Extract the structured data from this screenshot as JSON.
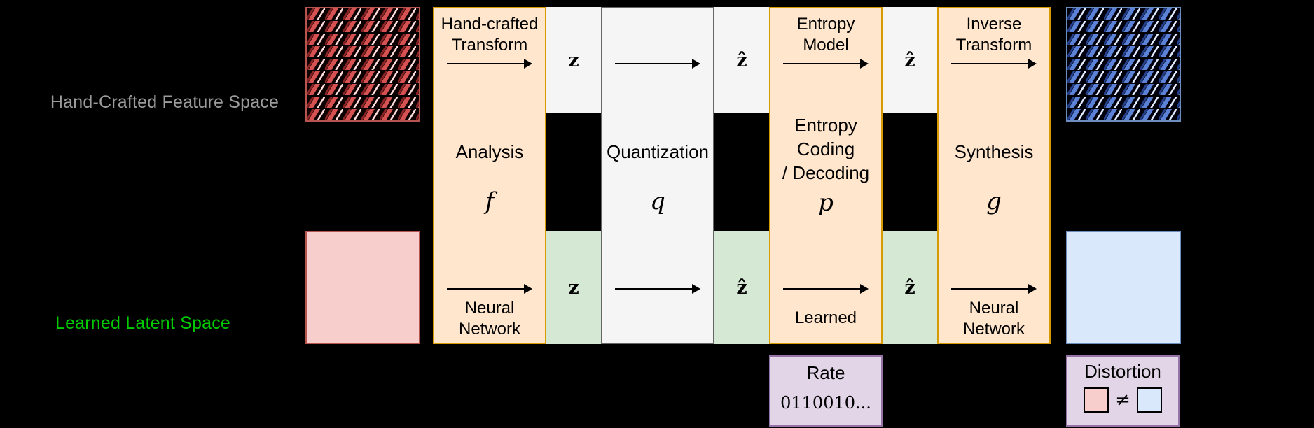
{
  "side_labels": {
    "feature_space": "Hand-Crafted Feature Space",
    "latent_space": "Learned Latent Space"
  },
  "pipeline": {
    "analysis": {
      "top_label": "Hand-crafted\nTransform",
      "title": "Analysis",
      "symbol": "f",
      "bottom_label": "Neural\nNetwork"
    },
    "quantization": {
      "title": "Quantization",
      "symbol": "q"
    },
    "entropy": {
      "top_label": "Entropy\nModel",
      "title": "Entropy\nCoding\n/ Decoding",
      "symbol": "p",
      "bottom_label": "Learned"
    },
    "synthesis": {
      "top_label": "Inverse\nTransform",
      "title": "Synthesis",
      "symbol": "g",
      "bottom_label": "Neural\nNetwork"
    }
  },
  "latent_symbols": {
    "z": "z",
    "z_hat": "ẑ"
  },
  "rate": {
    "title": "Rate",
    "bitstream": "0110010..."
  },
  "distortion": {
    "title": "Distortion",
    "operator": "≠"
  },
  "colors": {
    "background": "#000000",
    "nn_block_fill": "#ffe6cc",
    "nn_block_border": "#d79b00",
    "quantization_fill": "#f5f5f5",
    "quantization_border": "#666666",
    "feature_band_fill": "#f5f5f5",
    "latent_band_fill": "#d5e8d4",
    "input_square_fill": "#f8cecc",
    "input_square_border": "#b85450",
    "output_square_fill": "#dae8fc",
    "output_square_border": "#6c8ebf",
    "metric_box_fill": "#e1d5e7",
    "metric_box_border": "#9673a6",
    "feature_label_color": "#999999",
    "latent_label_color": "#00cc00"
  }
}
